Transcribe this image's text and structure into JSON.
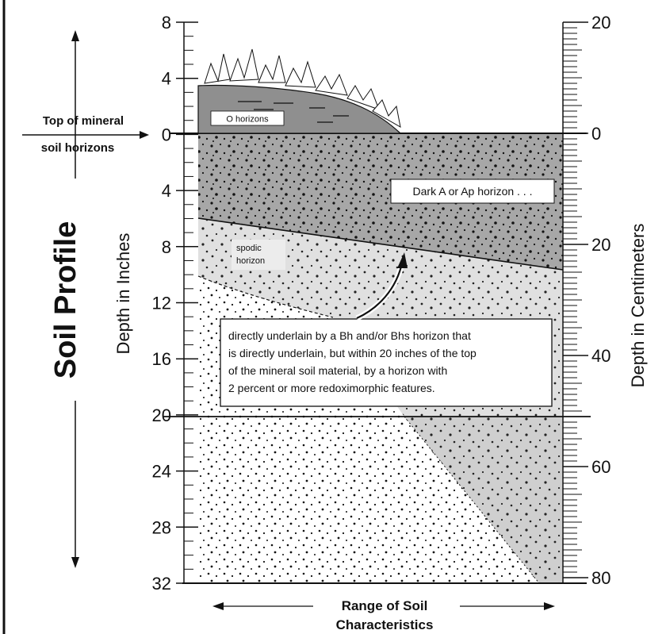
{
  "title": "Soil Profile",
  "left_axis": {
    "label": "Depth in Inches",
    "ticks": [
      "8",
      "4",
      "0",
      "4",
      "8",
      "12",
      "16",
      "20",
      "24",
      "28",
      "32"
    ]
  },
  "right_axis": {
    "label": "Depth in Centimeters",
    "ticks": [
      "20",
      "0",
      "20",
      "40",
      "60",
      "80"
    ]
  },
  "mineral_top_label": [
    "Top of mineral",
    "soil horizons"
  ],
  "o_horizon_label": "O horizons",
  "spodic_label": [
    "spodic",
    "horizon"
  ],
  "dark_a_label": "Dark  A or Ap horizon . . .",
  "description_lines": [
    "directly underlain by a Bh and/or Bhs horizon that",
    "is directly underlain, but within 20 inches of the top",
    "of the mineral soil material, by a horizon with",
    "2 percent or more redoximorphic features."
  ],
  "bottom_caption": [
    "Range of Soil",
    "Characteristics"
  ],
  "colors": {
    "dark_horizon": "#a7a7a7",
    "light_horizon": "#e0e0e0",
    "white_zone": "#ffffff",
    "o_horizon": "#8f8f8f",
    "ink": "#111111"
  }
}
